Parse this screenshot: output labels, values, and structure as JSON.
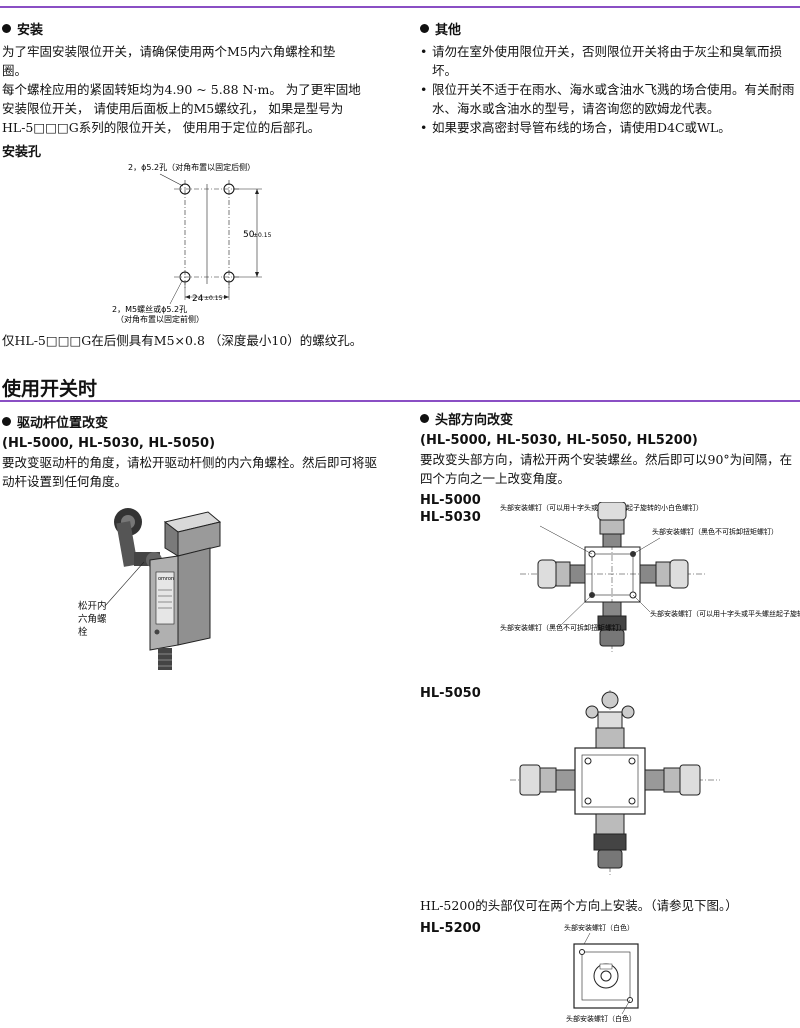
{
  "install": {
    "heading": "安装",
    "para1": "为了牢固安装限位开关，请确保使用两个M5内六角螺栓和垫圈。",
    "para2": "每个螺栓应用的紧固转矩均为4.90 ~ 5.88 N·m。 为了更牢固地安装限位开关， 请使用后面板上的M5螺纹孔， 如果是型号为HL-5□□□G系列的限位开关， 使用用于定位的后部孔。",
    "holes_heading": "安装孔",
    "label_top": "2，ϕ5.2孔（对角布置以固定后侧）",
    "label_bottom1": "2，M5螺丝或ϕ5.2孔",
    "label_bottom2": "（对角布置以固定前侧）",
    "dim_50": "50",
    "dim_50_tol": "±0.15",
    "dim_24": "24",
    "dim_24_tol": "±0.15",
    "note": "仅HL-5□□□G在后侧具有M5×0.8 （深度最小10）的螺纹孔。"
  },
  "other": {
    "heading": "其他",
    "items": [
      "请勿在室外使用限位开关，否则限位开关将由于灰尘和臭氧而损坏。",
      "限位开关不适于在雨水、海水或含油水飞溅的场合使用。有关耐雨水、海水或含油水的型号，请咨询您的欧姆龙代表。",
      "如果要求高密封导管布线的场合，请使用D4C或WL。"
    ]
  },
  "usage": {
    "title": "使用开关时",
    "lever": {
      "heading": "驱动杆位置改变",
      "models": "(HL-5000, HL-5030, HL-5050)",
      "text": "要改变驱动杆的角度，请松开驱动杆侧的内六角螺栓。然后即可将驱动杆设置到任何角度。",
      "callout": "松开内六角螺栓",
      "brand": "omron"
    },
    "head": {
      "heading": "头部方向改变",
      "models": "(HL-5000, HL-5030, HL-5050, HL5200)",
      "text": "要改变头部方向，请松开两个安装螺丝。然后即可以90°为间隔，在四个方向之一上改变角度。",
      "m1": "HL-5000",
      "m2": "HL-5030",
      "c1": "头部安装螺钉（可以用十字头或平头螺丝起子旋转的小白色螺钉）",
      "c2": "头部安装螺钉（黑色不可拆卸扭矩螺钉）",
      "c3": "头部安装螺钉（可以用十字头或平头螺丝起子旋转的小白色螺钉）",
      "c4": "头部安装螺钉（黑色不可拆卸扭矩螺钉）",
      "m3": "HL-5050",
      "note5200": "HL-5200的头部仅可在两个方向上安装。（请参见下图。）",
      "m4": "HL-5200",
      "c5": "头部安装螺钉（白色）",
      "c6": "头部安装螺钉（白色）"
    }
  }
}
